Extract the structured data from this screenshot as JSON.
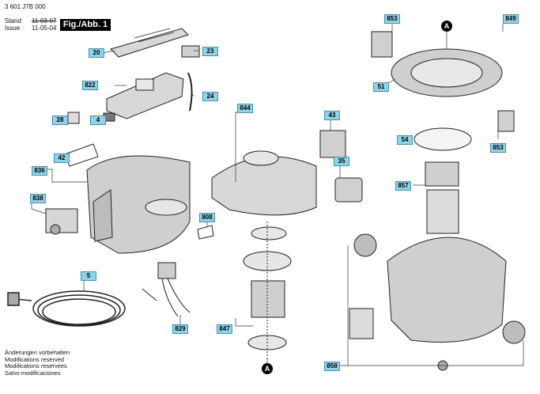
{
  "header": {
    "part_number": "3 601 J7B 000",
    "stand_label": "Stand",
    "issue_label": "Issue",
    "stand_date": "11-03-07",
    "issue_date": "11-05-04",
    "figure_label": "Fig./Abb. 1"
  },
  "notes": [
    "Änderungen vorbehalten",
    "Modifications reserved",
    "Modifications reservees",
    "Salvo modificaciones"
  ],
  "reference_marker": "A",
  "callouts": {
    "c20": "20",
    "c23": "23",
    "c822": "822",
    "c24": "24",
    "c28": "28",
    "c4": "4",
    "c42": "42",
    "c836": "836",
    "c838": "838",
    "c808": "808",
    "c5": "5",
    "c829": "829",
    "c844": "844",
    "c43": "43",
    "c35": "35",
    "c847": "847",
    "c853a": "853",
    "c849": "849",
    "c51": "51",
    "c54": "54",
    "c853b": "853",
    "c857": "857",
    "c858": "858"
  },
  "colors": {
    "callout_fill": "#8fd3e8",
    "line": "#222222",
    "part_grey": "#bdbdbd"
  }
}
